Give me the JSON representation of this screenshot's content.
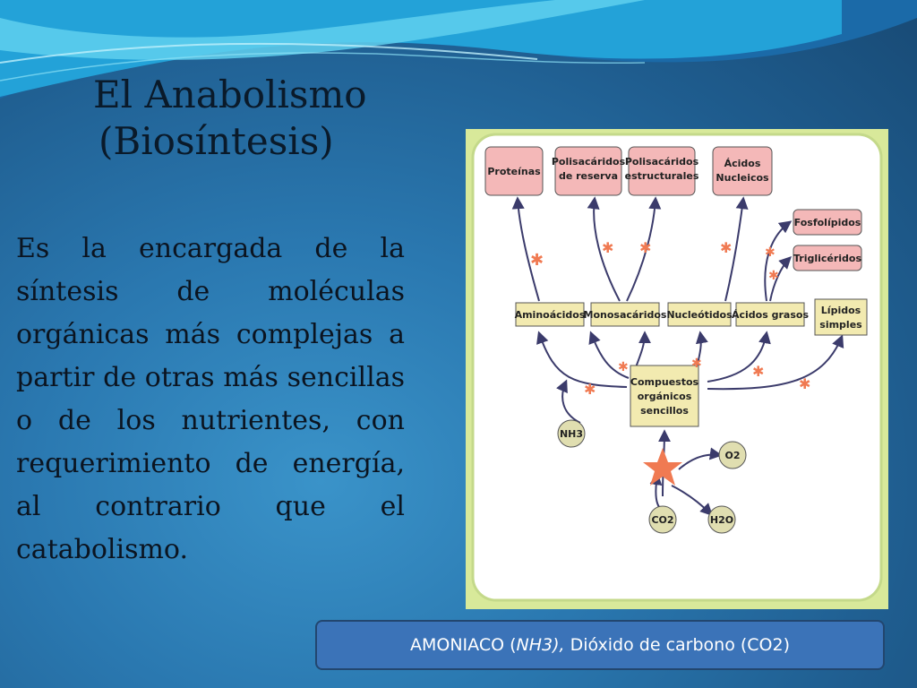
{
  "slide": {
    "title_line1": "El Anabolismo",
    "title_line2": "(Biosíntesis)",
    "body": "Es la encargada de la síntesis de moléculas orgánicas más complejas a partir de otras más sencillas o de los nutrientes, con requerimiento de energía, al contrario que el catabolismo."
  },
  "diagram": {
    "top_boxes": [
      "Proteínas",
      "Polisacáridos de reserva",
      "Polisacáridos estructurales",
      "Ácidos Nucleicos"
    ],
    "right_boxes": [
      "Fosfolípidos",
      "Triglicéridos"
    ],
    "middle_boxes": [
      "Aminoácidos",
      "Monosacáridos",
      "Nucleótidos",
      "Ácidos grasos",
      "Lípidos simples"
    ],
    "center_box": "Compuestos orgánicos sencillos",
    "circles": [
      "NH3",
      "O2",
      "CO2",
      "H2O"
    ]
  },
  "caption": {
    "prefix": "AMONIACO (",
    "italic": "NH3),",
    "suffix": " Dióxido de carbono (CO2)"
  },
  "colors": {
    "pink_box": "#f4b8b8",
    "yellow_box": "#f2eab0",
    "figure_bg": "#d8e99a",
    "circle_fill": "#e0deb0",
    "star": "#f07a52"
  }
}
